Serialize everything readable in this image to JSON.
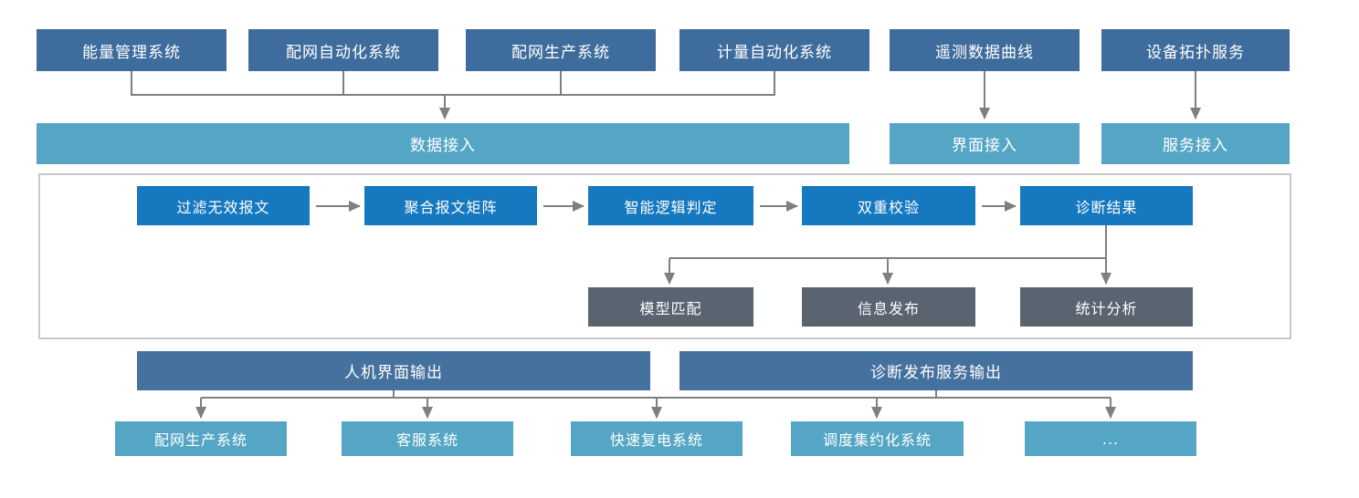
{
  "colors": {
    "source_box": "#3e6c9c",
    "channel_bar": "#45719f",
    "access_box": "#55a6c5",
    "process_box": "#1678be",
    "result_box": "#5a6370",
    "connector": "#7f7f7f",
    "frame_border": "#c9c9c9",
    "background": "#ffffff",
    "text": "#ffffff"
  },
  "top_sources": [
    "能量管理系统",
    "配网自动化系统",
    "配网生产系统",
    "计量自动化系统",
    "遥测数据曲线",
    "设备拓扑服务"
  ],
  "access_layer": {
    "data_access": "数据接入",
    "ui_access": "界面接入",
    "service_access": "服务接入"
  },
  "process_flow": [
    "过滤无效报文",
    "聚合报文矩阵",
    "智能逻辑判定",
    "双重校验",
    "诊断结果"
  ],
  "process_outputs": [
    "模型匹配",
    "信息发布",
    "统计分析"
  ],
  "output_channels": {
    "hmi": "人机界面输出",
    "publish": "诊断发布服务输出"
  },
  "target_systems": [
    "配网生产系统",
    "客服系统",
    "快速复电系统",
    "调度集约化系统",
    "..."
  ]
}
